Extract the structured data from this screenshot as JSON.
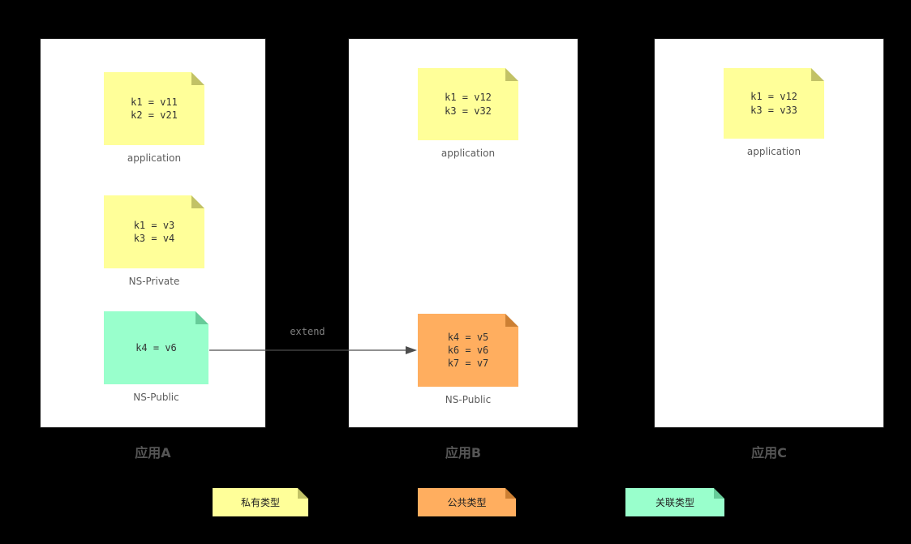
{
  "colors": {
    "page-bg": "#000000",
    "panel-bg": "#ffffff",
    "note-private": "#ffff99",
    "note-private-fold": "#c2c266",
    "note-public": "#ffae5f",
    "note-public-fold": "#cc7f33",
    "note-assoc": "#99ffcc",
    "note-assoc-fold": "#66cc99",
    "note-text": "#333333",
    "label-text": "#5c5c5c",
    "title-text": "#555555",
    "arrow-color": "#4d4d4d",
    "arrow-label": "#808080"
  },
  "panels": [
    {
      "title": "应用A",
      "notes": [
        {
          "text": "k1 = v11\nk2 = v21",
          "label": "application",
          "type": "private"
        },
        {
          "text": "k1 = v3\nk3 = v4",
          "label": "NS-Private",
          "type": "private"
        },
        {
          "text": "k4 = v6",
          "label": "NS-Public",
          "type": "assoc"
        }
      ]
    },
    {
      "title": "应用B",
      "notes": [
        {
          "text": "k1 = v12\nk3 = v32",
          "label": "application",
          "type": "private"
        },
        {
          "text": "k4 = v5\nk6 = v6\nk7 = v7",
          "label": "NS-Public",
          "type": "public"
        }
      ]
    },
    {
      "title": "应用C",
      "notes": [
        {
          "text": "k1 = v12\nk3 = v33",
          "label": "application",
          "type": "private"
        }
      ]
    }
  ],
  "arrow": {
    "label": "extend"
  },
  "legend": [
    {
      "label": "私有类型",
      "type": "private"
    },
    {
      "label": "公共类型",
      "type": "public"
    },
    {
      "label": "关联类型",
      "type": "assoc"
    }
  ]
}
